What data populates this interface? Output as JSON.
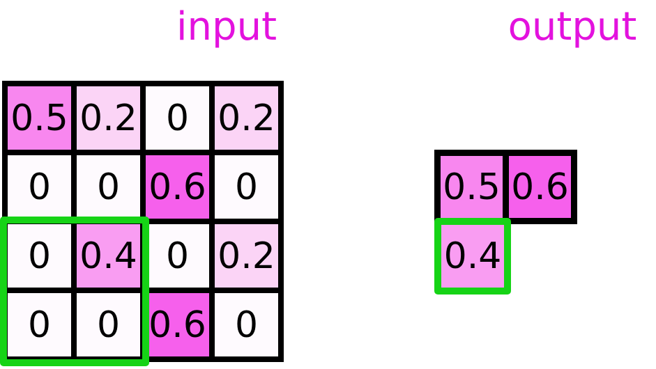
{
  "titles": {
    "input": "input",
    "output": "output"
  },
  "colors": {
    "title_magenta": "#e312de",
    "grid_line_black": "#000000",
    "highlight_green": "#16d316",
    "number_black": "#000000",
    "value_colors": {
      "0": "#fefafe",
      "0.2": "#fbd4f6",
      "0.4": "#f99df2",
      "0.5": "#f887ef",
      "0.6": "#f660ec"
    }
  },
  "input_grid": {
    "rows": 4,
    "cols": 4,
    "cells": [
      [
        "0.5",
        "0.2",
        "0",
        "0.2"
      ],
      [
        "0",
        "0",
        "0.6",
        "0"
      ],
      [
        "0",
        "0.4",
        "0",
        "0.2"
      ],
      [
        "0",
        "0",
        "0.6",
        "0"
      ]
    ],
    "highlighted_window": {
      "rows": [
        3,
        4
      ],
      "cols": [
        1,
        2
      ]
    }
  },
  "output_grid": {
    "rows": 2,
    "cols": 2,
    "cells": [
      [
        "0.5",
        "0.6"
      ],
      [
        "0.4",
        null
      ]
    ],
    "highlighted_cell": {
      "row": 2,
      "col": 1
    }
  }
}
